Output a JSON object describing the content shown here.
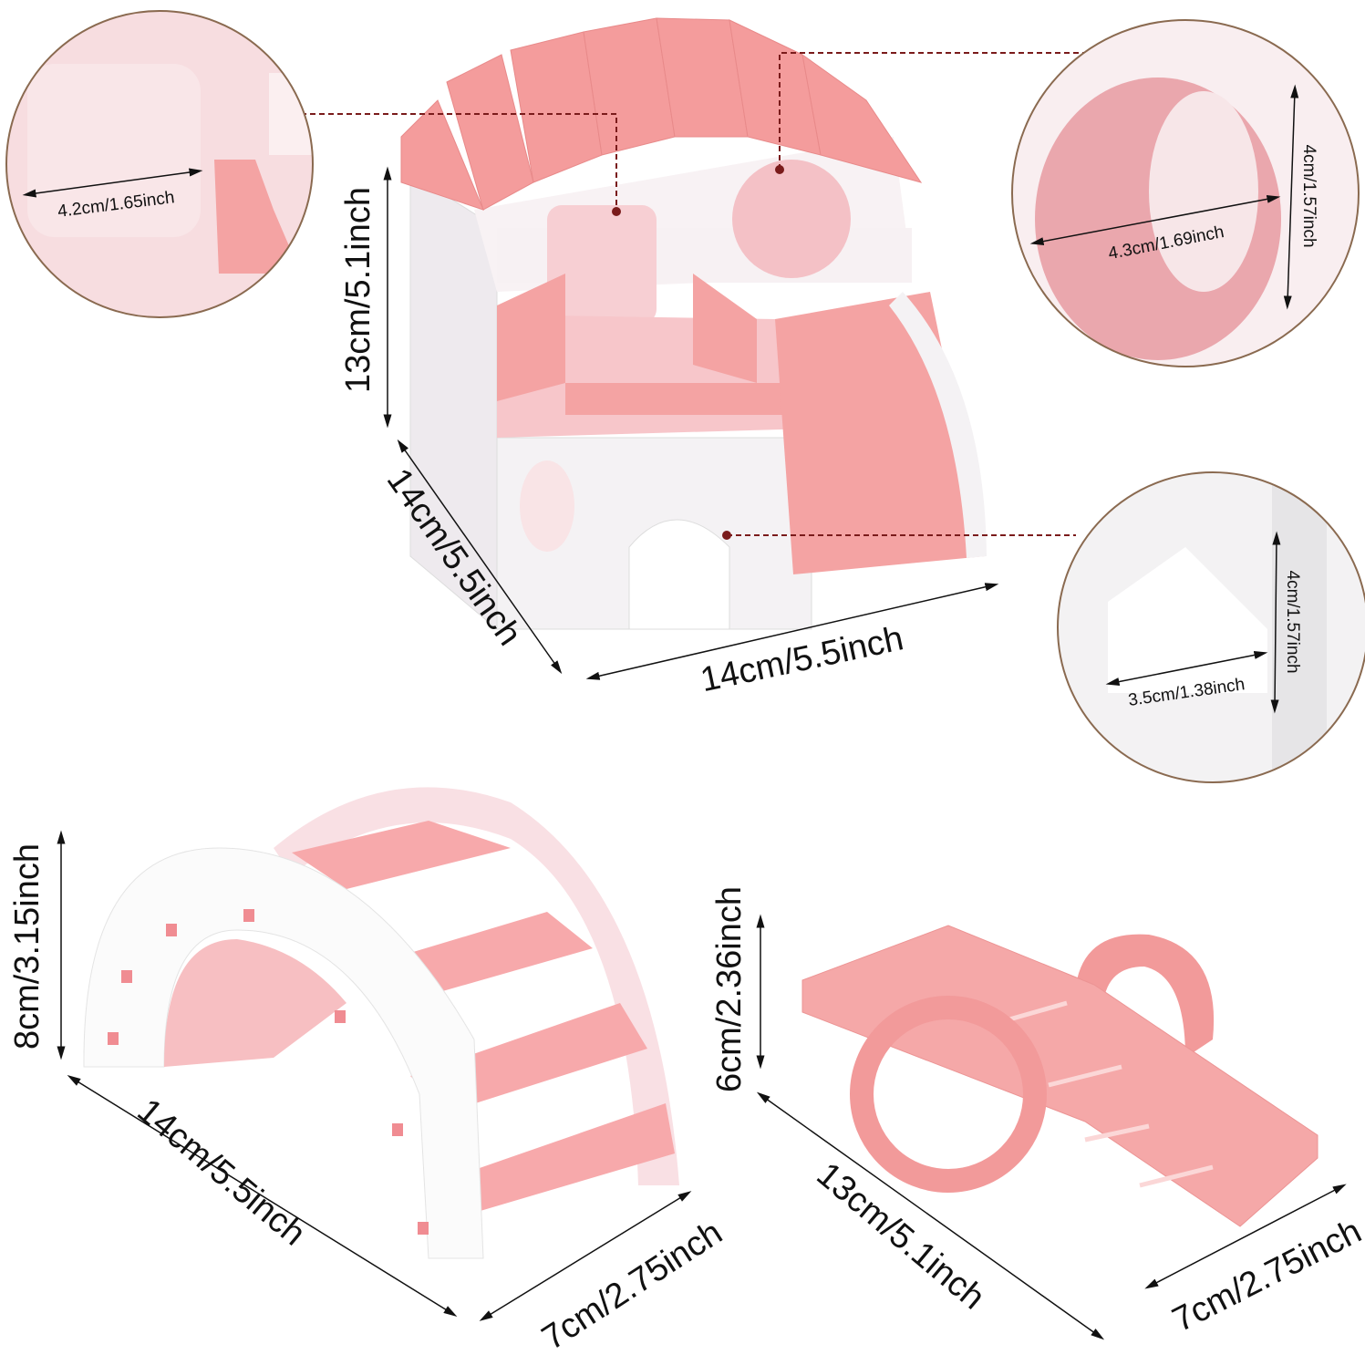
{
  "colors": {
    "pink": "#f4a3a3",
    "pink_light": "#f9d4d6",
    "white_body": "#f6f4f6",
    "leader_line": "#7a1b1b",
    "circle_border": "#8a6a50"
  },
  "house": {
    "height_label": "13cm/5.1inch",
    "depth_label": "14cm/5.5inch",
    "width_label": "14cm/5.5inch"
  },
  "detail_door": {
    "width_label": "4.2cm/1.65inch"
  },
  "detail_window": {
    "width_label": "4.3cm/1.69inch",
    "height_label": "4cm/1.57inch"
  },
  "detail_arch": {
    "width_label": "3.5cm/1.38inch",
    "height_label": "4cm/1.57inch"
  },
  "bridge": {
    "height_label": "8cm/3.15inch",
    "length_label": "14cm/5.5inch",
    "width_label": "7cm/2.75inch"
  },
  "seesaw": {
    "height_label": "6cm/2.36inch",
    "length_label": "13cm/5.1inch",
    "width_label": "7cm/2.75inch"
  }
}
